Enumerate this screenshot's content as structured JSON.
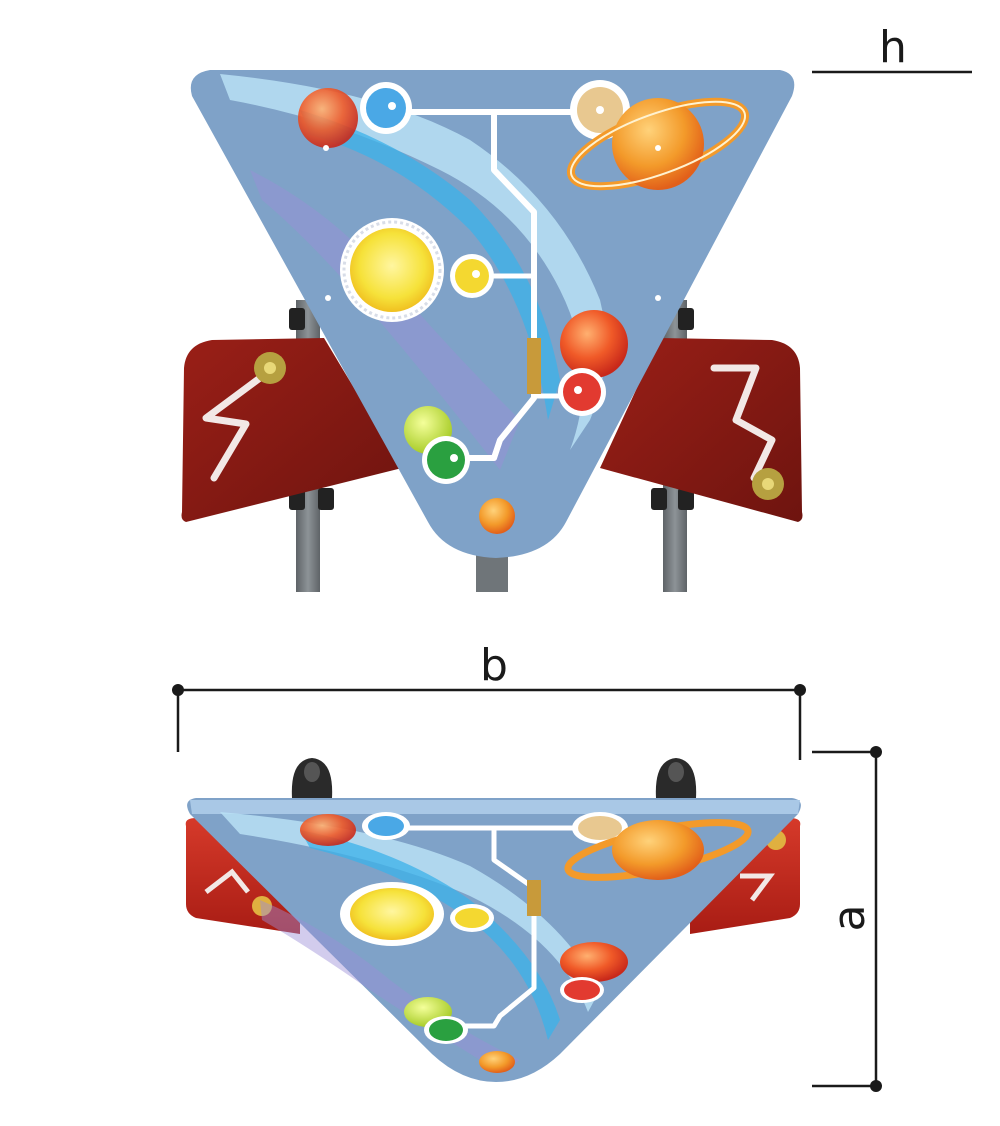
{
  "dimensions": {
    "height_label": "h",
    "width_label": "b",
    "depth_label": "a"
  },
  "colors": {
    "panel_blue": "#7fa2c8",
    "panel_light": "#a8d4ef",
    "wing_red": "#8a1a14",
    "wing_red_light": "#c42a22",
    "post_gray": "#6f7579",
    "dimension_line": "#1a1a1a",
    "sun_yellow": "#f6e23a",
    "planet_orange": "#f39a2a"
  },
  "views": [
    "front-view",
    "top-view"
  ],
  "icons": [
    "sun-icon",
    "saturn-icon",
    "planet-icon",
    "gear-knob-icon",
    "zigzag-track-icon"
  ]
}
